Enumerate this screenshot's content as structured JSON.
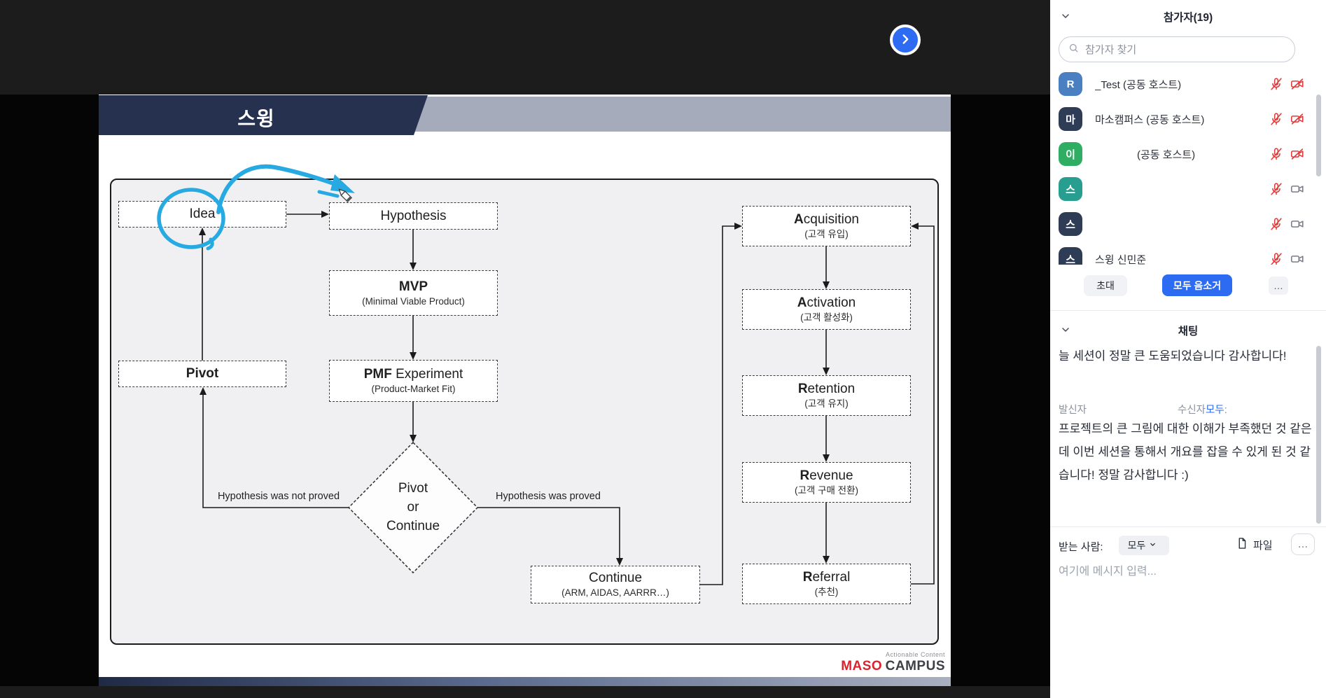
{
  "main": {
    "expand_button_icon": "chevron-right-icon",
    "slide": {
      "title": "스윙",
      "annotation_color": "#27a9e1",
      "diagram": {
        "idea": {
          "title": "Idea"
        },
        "hypothesis": {
          "title": "Hypothesis"
        },
        "mvp": {
          "title": "MVP",
          "subtitle": "(Minimal Viable Product)"
        },
        "pmf": {
          "title_bold": "PMF",
          "title_rest": " Experiment",
          "subtitle": "(Product-Market Fit)"
        },
        "pivot": {
          "title": "Pivot"
        },
        "decision": {
          "line1": "Pivot",
          "line2": "or",
          "line3": "Continue"
        },
        "continue_box": {
          "title": "Continue",
          "subtitle": "(ARM, AIDAS, AARRR…)"
        },
        "funnel": [
          {
            "b": "A",
            "rest": "cquisition",
            "subtitle": "(고객 유입)"
          },
          {
            "b": "A",
            "rest": "ctivation",
            "subtitle": "(고객 활성화)"
          },
          {
            "b": "R",
            "rest": "etention",
            "subtitle": "(고객 유지)"
          },
          {
            "b": "R",
            "rest": "evenue",
            "subtitle": "(고객 구매 전환)"
          },
          {
            "b": "R",
            "rest": "eferral",
            "subtitle": "(추천)"
          }
        ],
        "edge_labels": {
          "not_proved": "Hypothesis was not proved",
          "proved": "Hypothesis was proved"
        }
      },
      "logo": {
        "tagline": "Actionable Content",
        "brand_red": "MASO",
        "brand_dark": "CAMPUS"
      }
    }
  },
  "sidebar": {
    "participants": {
      "title": "참가자(19)",
      "search_placeholder": "참가자 찾기",
      "items": [
        {
          "initial": "R",
          "color": "#4a7fc1",
          "name": "_Test (공동 호스트)",
          "mic": "muted",
          "video": "off"
        },
        {
          "initial": "마",
          "color": "#2e3c55",
          "name": "마소캠퍼스 (공동 호스트)",
          "mic": "muted",
          "video": "off"
        },
        {
          "initial": "이",
          "color": "#2fae63",
          "name": "(공동 호스트)",
          "mic": "muted",
          "video": "off"
        },
        {
          "initial": "스",
          "color": "#279e90",
          "name": "",
          "mic": "muted",
          "video": "on"
        },
        {
          "initial": "스",
          "color": "#2e3c55",
          "name": "",
          "mic": "muted",
          "video": "on"
        },
        {
          "initial": "스",
          "color": "#2e3c55",
          "name": "스윙 신민준",
          "mic": "muted",
          "video": "on"
        }
      ],
      "buttons": {
        "invite": "초대",
        "mute_all": "모두 음소거",
        "more": "…"
      }
    },
    "chat": {
      "title": "채팅",
      "message1": "늘 세션이 정말 큰 도움되었습니다 감사합니다!",
      "meta": {
        "from": "발신자",
        "to": "수신자",
        "to_target": "모두",
        "colon": ":"
      },
      "message2": "프로젝트의 큰 그림에 대한 이해가 부족했던 것 같은데 이번 세션을 통해서 개요를 잡을 수 있게 된 것 같습니다! 정말 감사합니다 :)",
      "composer": {
        "to_label": "받는 사람:",
        "to_value": "모두",
        "file_label": "파일",
        "more": "…",
        "placeholder": "여기에 메시지 입력..."
      }
    },
    "colors": {
      "accent_blue": "#2c6bf2",
      "danger_red": "#e03a3a"
    }
  }
}
